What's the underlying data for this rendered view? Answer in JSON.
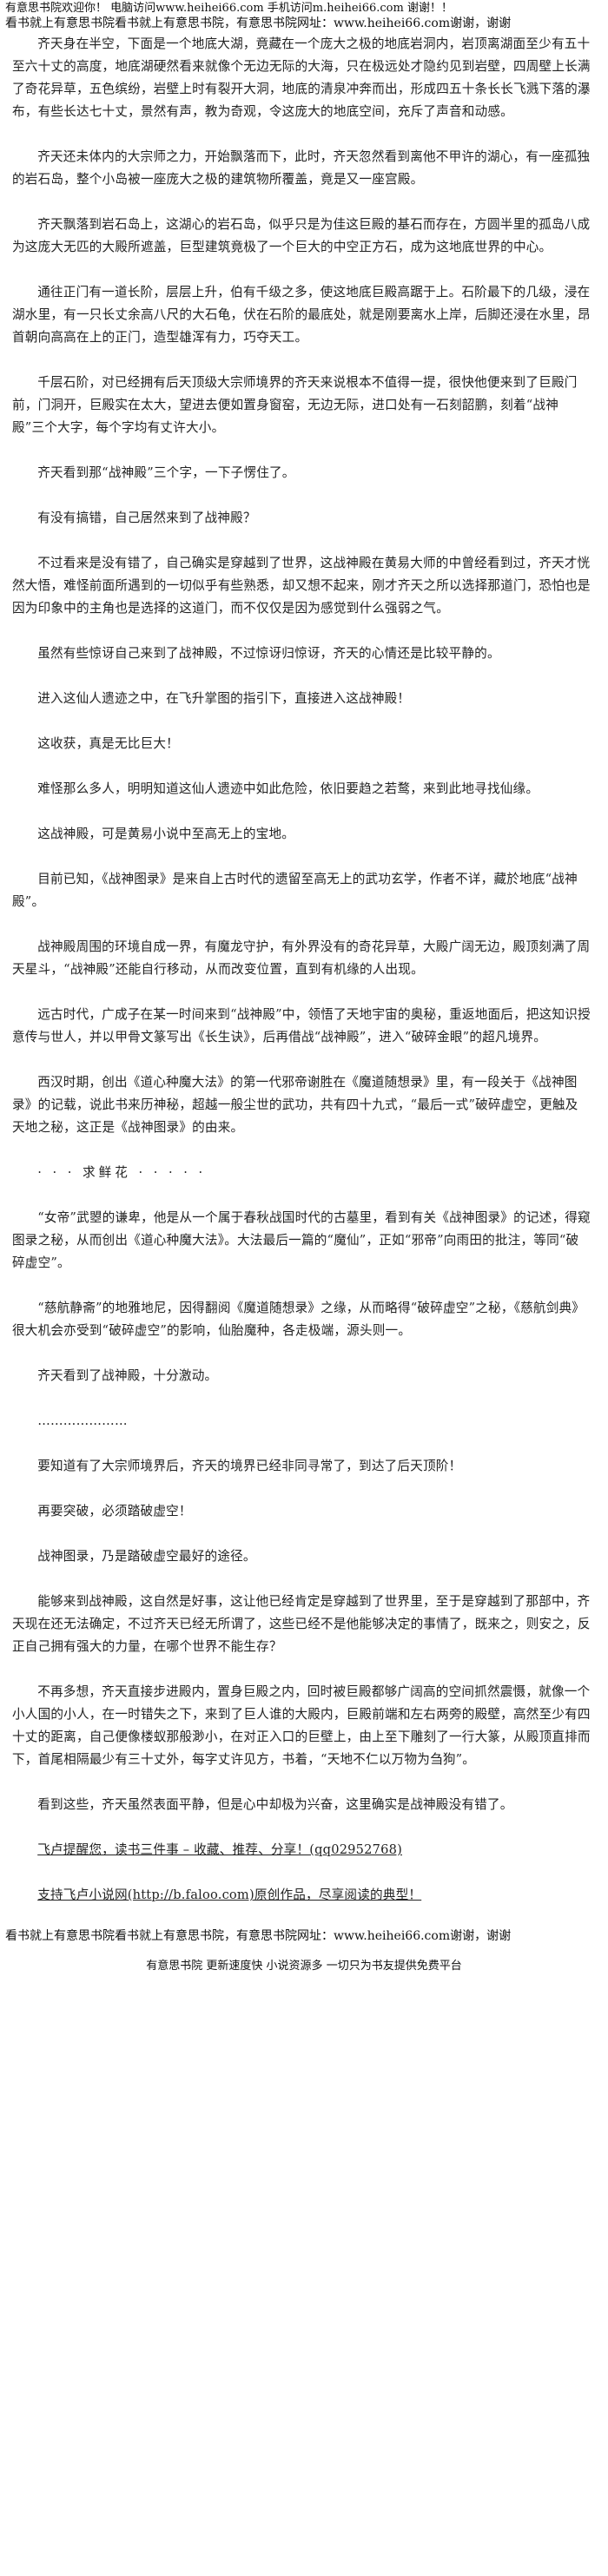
{
  "top_banner": "有意思书院欢迎你！ 电脑访问www.heihei66.com 手机访问m.heihei66.com 谢谢！！",
  "site_header": "看书就上有意思书院看书就上有意思书院，有意思书院网址：www.heihei66.com谢谢，谢谢",
  "paragraphs": [
    "齐天身在半空，下面是一个地底大湖，竟藏在一个庞大之极的地底岩洞内，岩顶离湖面至少有五十至六十丈的高度，地底湖硬然看来就像个无边无际的大海，只在极远处才隐约见到岩壁，四周壁上长满了奇花异草，五色缤纷，岩壁上时有裂开大洞，地底的清泉冲奔而出，形成四五十条长长飞溅下落的瀑布，有些长达七十丈，景然有声，教为奇观，令这庞大的地底空间，充斥了声音和动感。",
    "齐天还未体内的大宗师之力，开始飘落而下，此时，齐天忽然看到离他不甲许的湖心，有一座孤独的岩石岛，整个小岛被一座庞大之极的建筑物所覆盖，竟是又一座宫殿。",
    "齐天飘落到岩石岛上，这湖心的岩石岛，似乎只是为佳这巨殿的基石而存在，方圆半里的孤岛八成为这庞大无匹的大殿所遮盖，巨型建筑竟极了一个巨大的中空正方石，成为这地底世界的中心。",
    "通往正门有一道长阶，层层上升，伯有千级之多，使这地底巨殿高踞于上。石阶最下的几级，浸在湖水里，有一只长丈余高八尺的大石龟，伏在石阶的最底处，就是刚要离水上岸，后脚还浸在水里，昂首朝向高高在上的正门，造型雄浑有力，巧夺天工。",
    "千层石阶，对已经拥有后天顶级大宗师境界的齐天来说根本不值得一提，很快他便来到了巨殿门前，门洞开，巨殿实在太大，望进去便如置身窗窑，无边无际，进口处有一石刻韶鹏，刻着“战神殿”三个大字，每个字均有丈许大小。",
    "齐天看到那“战神殿”三个字，一下子愣住了。",
    "有没有搞错，自己居然来到了战神殿？",
    "不过看来是没有错了，自己确实是穿越到了世界，这战神殿在黄易大师的中曾经看到过，齐天才恍然大悟，难怪前面所遇到的一切似乎有些熟悉，却又想不起来，刚才齐天之所以选择那道门，恐怕也是因为印象中的主角也是选择的这道门，而不仅仅是因为感觉到什么强弱之气。",
    "虽然有些惊讶自己来到了战神殿，不过惊讶归惊讶，齐天的心情还是比较平静的。",
    "进入这仙人遗迹之中，在飞升掌图的指引下，直接进入这战神殿！",
    "这收获，真是无比巨大！",
    "难怪那么多人，明明知道这仙人遗迹中如此危险，依旧要趋之若鹜，来到此地寻找仙缘。",
    "这战神殿，可是黄易小说中至高无上的宝地。",
    "目前已知，《战神图录》是来自上古时代的遗留至高无上的武功玄学，作者不详，藏於地底“战神殿”。",
    "战神殿周围的环境自成一界，有魔龙守护，有外界没有的奇花异草，大殿广阔无边，殿顶刻满了周天星斗，“战神殿”还能自行移动，从而改变位置，直到有机缘的人出现。",
    "远古时代，广成子在某一时间来到“战神殿”中，领悟了天地宇宙的奥秘，重返地面后，把这知识授意传与世人，并以甲骨文篆写出《长生诀》，后再借战“战神殿”，进入“破碎金眼”的超凡境界。",
    "西汉时期，创出《道心种魔大法》的第一代邪帝谢胜在《魔道随想录》里，有一段关于《战神图录》的记载，说此书来历神秘，超越一般尘世的武功，共有四十九式，“最后一式”破碎虚空，更触及天地之秘，这正是《战神图录》的由来。",
    "· · · 求鲜花 · · · · ·",
    "“女帝”武曌的谦卑，他是从一个属于春秋战国时代的古墓里，看到有关《战神图录》的记述，得窥图录之秘，从而创出《道心种魔大法》。大法最后一篇的“魔仙”，正如“邪帝”向雨田的批注，等同“破碎虚空”。",
    "“慈航静斋”的地雅地尼，因得翻阅《魔道随想录》之缘，从而略得“破碎虚空”之秘，《慈航剑典》很大机会亦受到“破碎虚空”的影响，仙胎魔种，各走极端，源头则一。",
    "齐天看到了战神殿，十分激动。",
    "…………………",
    "要知道有了大宗师境界后，齐天的境界已经非同寻常了，到达了后天顶阶！",
    "再要突破，必须踏破虚空！",
    "战神图录，乃是踏破虚空最好的途径。",
    "能够来到战神殿，这自然是好事，这让他已经肯定是穿越到了世界里，至于是穿越到了那部中，齐天现在还无法确定，不过齐天已经无所谓了，这些已经不是他能够决定的事情了，既来之，则安之，反正自己拥有强大的力量，在哪个世界不能生存？",
    "不再多想，齐天直接步进殿内，置身巨殿之内，回时被巨殿都够广阔高的空间抓然震慑，就像一个小人国的小人，在一时错失之下，来到了巨人谁的大殿内，巨殿前端和左右两旁的殿壁，高然至少有四十丈的距离，自己便像楼蚁那般渺小，在对正入口的巨壁上，由上至下雕刻了一行大篆，从殿顶直排而下，首尾相隔最少有三十丈外，每字丈许见方，书着，“天地不仁以万物为刍狗”。",
    "看到这些，齐天虽然表面平静，但是心中却极为兴奋，这里确实是战神殿没有错了。"
  ],
  "promo_1": "飞卢提醒您，读书三件事 – 收藏、推荐、分享！(qq02952768)",
  "promo_2": "支持飞卢小说网(http://b.faloo.com)原创作品，尽享阅读的典型！",
  "footer_header": "看书就上有意思书院看书就上有意思书院，有意思书院网址：www.heihei66.com谢谢，谢谢",
  "bottom_ad": "有意思书院 更新速度快 小说资源多 一切只为书友提供免费平台"
}
